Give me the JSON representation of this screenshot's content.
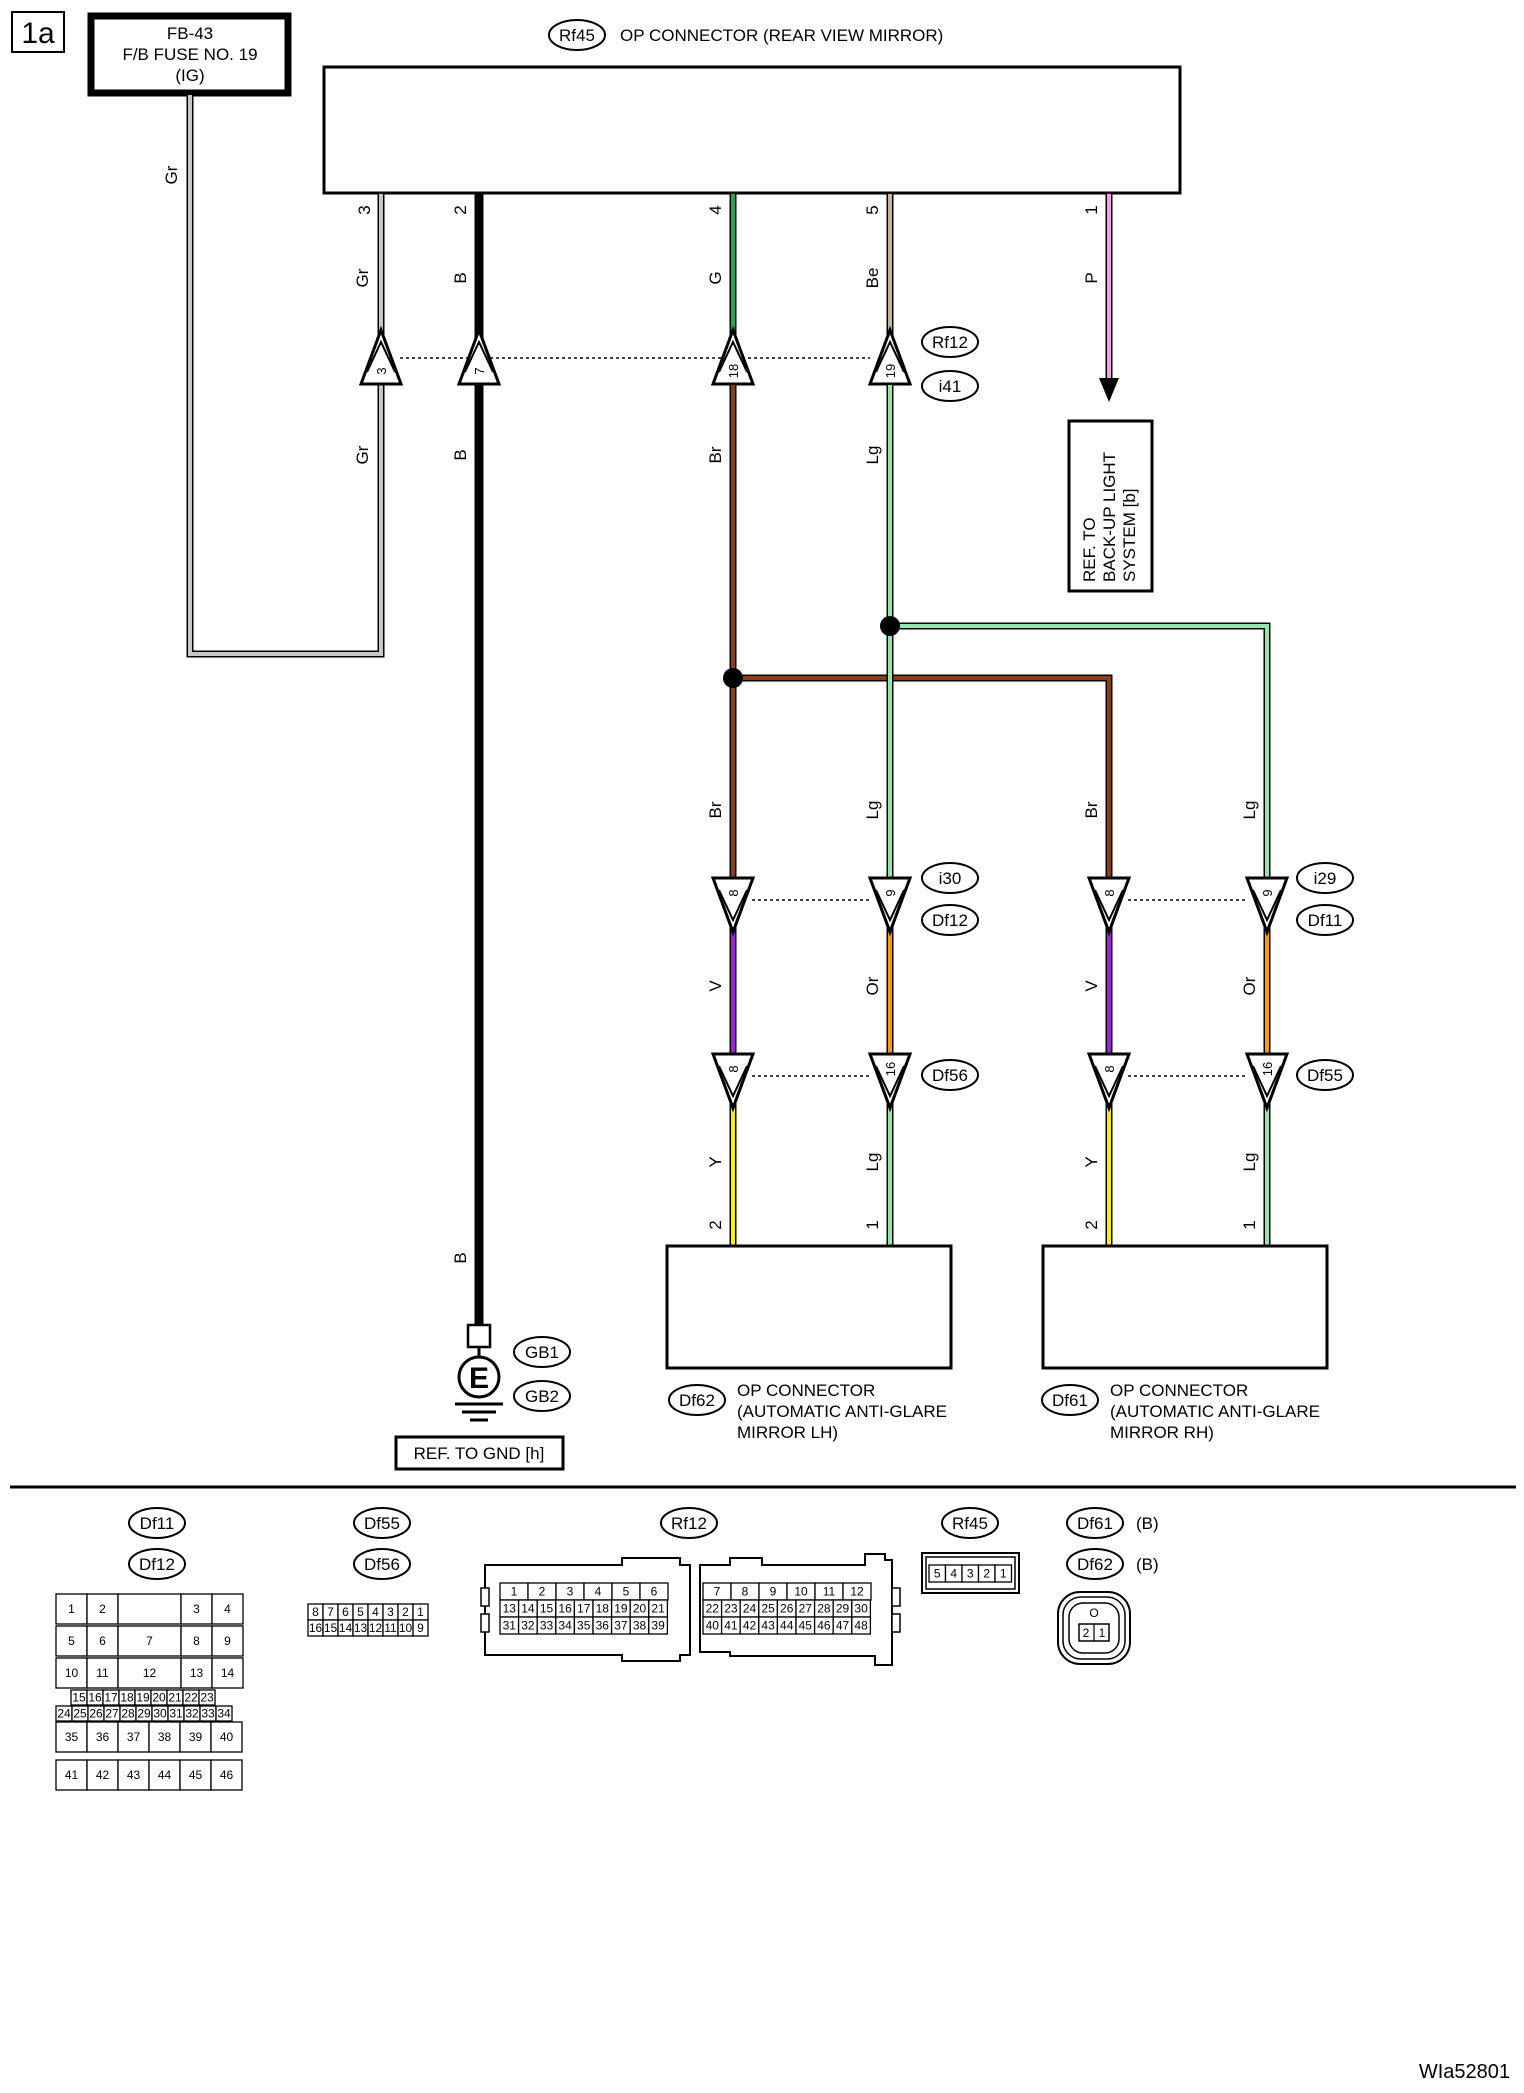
{
  "diagram_id": "1a",
  "figure_code": "WIa52801",
  "fuse": {
    "line1": "FB-43",
    "line2": "F/B FUSE NO. 19",
    "line3": "(IG)"
  },
  "top_connector": {
    "code": "Rf45",
    "title": "OP CONNECTOR (REAR VIEW MIRROR)"
  },
  "top_pins": [
    {
      "pin": "3",
      "wire": "Gr",
      "color": "#c8c8c8"
    },
    {
      "pin": "2",
      "wire": "B",
      "color": "#000000"
    },
    {
      "pin": "4",
      "wire": "G",
      "color": "#1faa4a"
    },
    {
      "pin": "5",
      "wire": "Be",
      "color": "#c9b39b"
    },
    {
      "pin": "1",
      "wire": "P",
      "color": "#f4a0e6"
    }
  ],
  "joint_upper": {
    "codes": [
      "Rf12",
      "i41"
    ],
    "pins": [
      "3",
      "7",
      "18",
      "19"
    ],
    "wires_below": [
      "Gr",
      "B",
      "Br",
      "Lg"
    ]
  },
  "wire_colors": {
    "Br": "#8b3f10",
    "Lg": "#90e8a8",
    "V": "#a020e0",
    "Or": "#ff9a00",
    "Y": "#f8f000"
  },
  "ref_backup": [
    "REF. TO",
    "BACK-UP LIGHT",
    "SYSTEM [b]"
  ],
  "ground": {
    "wire": "B",
    "symbol": "E",
    "codes": [
      "GB1",
      "GB2"
    ],
    "ref": "REF. TO GND [h]"
  },
  "branch_wires": {
    "left": [
      "Br",
      "Lg"
    ],
    "right": [
      "Br",
      "Lg"
    ]
  },
  "mid_joints": [
    {
      "codes": [
        "i30",
        "Df12"
      ],
      "pins": [
        "8",
        "9"
      ],
      "wires_below": [
        "V",
        "Or"
      ]
    },
    {
      "codes": [
        "i29",
        "Df11"
      ],
      "pins": [
        "8",
        "9"
      ],
      "wires_below": [
        "V",
        "Or"
      ]
    }
  ],
  "low_joints": [
    {
      "code": "Df56",
      "pins": [
        "8",
        "16"
      ],
      "wires_below": [
        "Y",
        "Lg"
      ]
    },
    {
      "code": "Df55",
      "pins": [
        "8",
        "16"
      ],
      "wires_below": [
        "Y",
        "Lg"
      ]
    }
  ],
  "bottom_connectors": [
    {
      "code": "Df62",
      "pins": [
        "2",
        "1"
      ],
      "title": [
        "OP CONNECTOR",
        "(AUTOMATIC ANTI-GLARE",
        "MIRROR LH)"
      ]
    },
    {
      "code": "Df61",
      "pins": [
        "2",
        "1"
      ],
      "title": [
        "OP CONNECTOR",
        "(AUTOMATIC ANTI-GLARE",
        "MIRROR RH)"
      ]
    }
  ],
  "legend": {
    "df11_df12": {
      "codes": [
        "Df11",
        "Df12"
      ],
      "rows": [
        [
          "1",
          "2",
          "",
          "3",
          "4"
        ],
        [
          "5",
          "6",
          "7",
          "8",
          "9"
        ],
        [
          "10",
          "11",
          "12",
          "13",
          "14"
        ],
        [
          "15",
          "16",
          "17",
          "18",
          "19",
          "20",
          "21",
          "22",
          "23"
        ],
        [
          "24",
          "25",
          "26",
          "27",
          "28",
          "29",
          "30",
          "31",
          "32",
          "33",
          "34"
        ],
        [
          "35",
          "36",
          "37",
          "38",
          "39",
          "40"
        ],
        [
          "41",
          "42",
          "43",
          "44",
          "45",
          "46"
        ]
      ]
    },
    "df55_df56": {
      "codes": [
        "Df55",
        "Df56"
      ],
      "rows": [
        [
          "8",
          "7",
          "6",
          "5",
          "4",
          "3",
          "2",
          "1"
        ],
        [
          "16",
          "15",
          "14",
          "13",
          "12",
          "11",
          "10",
          "9"
        ]
      ]
    },
    "rf12": {
      "code": "Rf12",
      "left_rows": [
        [
          "1",
          "2",
          "3",
          "4",
          "5",
          "6"
        ],
        [
          "13",
          "14",
          "15",
          "16",
          "17",
          "18",
          "19",
          "20",
          "21"
        ],
        [
          "31",
          "32",
          "33",
          "34",
          "35",
          "36",
          "37",
          "38",
          "39"
        ]
      ],
      "right_rows": [
        [
          "7",
          "8",
          "9",
          "10",
          "11",
          "12"
        ],
        [
          "22",
          "23",
          "24",
          "25",
          "26",
          "27",
          "28",
          "29",
          "30"
        ],
        [
          "40",
          "41",
          "42",
          "43",
          "44",
          "45",
          "46",
          "47",
          "48"
        ]
      ]
    },
    "rf45": {
      "code": "Rf45",
      "pins": [
        "5",
        "4",
        "3",
        "2",
        "1"
      ]
    },
    "df61_df62": {
      "codes": [
        "Df61",
        "Df62"
      ],
      "note": "(B)",
      "pins": [
        "2",
        "1"
      ],
      "key": "O"
    }
  }
}
